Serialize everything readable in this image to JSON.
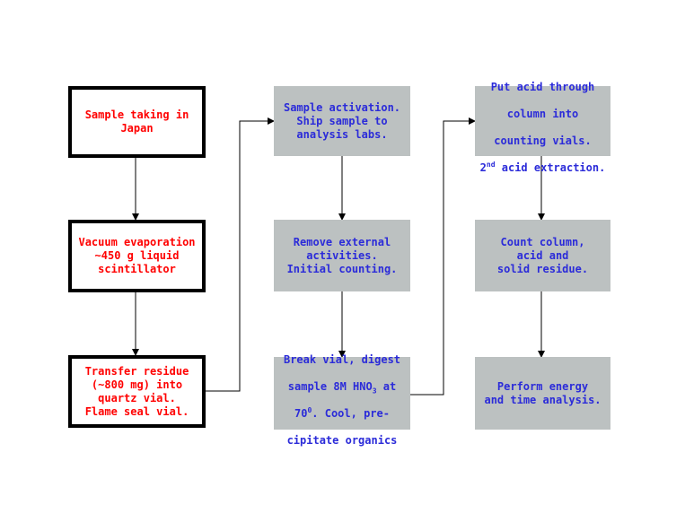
{
  "colors": {
    "red_text": "#ff0000",
    "blue_text": "#2b2bd9",
    "gray_fill": "#bcc1c1",
    "border": "#000000"
  },
  "steps": {
    "s1": "Sample taking in\nJapan",
    "s2": "Vacuum evaporation\n~450 g liquid\nscintillator",
    "s3": "Transfer residue\n(~800 mg) into\nquartz vial.\nFlame seal vial.",
    "s4": "Sample activation.\nShip sample to\nanalysis labs.",
    "s5": "Remove external\nactivities.\nInitial counting.",
    "s6_line1": "Break vial, digest",
    "s6_line2_a": "sample 8M HNO",
    "s6_line2_sub": "3",
    "s6_line2_b": " at",
    "s6_line3_a": "70",
    "s6_line3_sup": "0",
    "s6_line3_b": ". Cool, pre-",
    "s6_line4": "cipitate organics",
    "s7_line1": "Put acid through",
    "s7_line2": "column into",
    "s7_line3": "counting vials.",
    "s7_line4_a": "2",
    "s7_line4_sup": "nd",
    "s7_line4_b": " acid extraction.",
    "s8": "Count column,\nacid and\nsolid residue.",
    "s9": "Perform energy\nand time analysis."
  }
}
